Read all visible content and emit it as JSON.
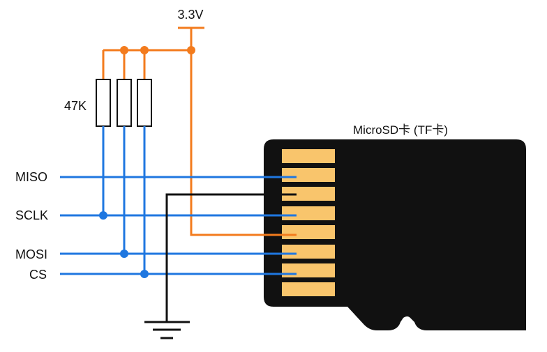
{
  "supply": {
    "label": "3.3V"
  },
  "resistor": {
    "label": "47K"
  },
  "signals": [
    {
      "id": "miso",
      "label": "MISO"
    },
    {
      "id": "sclk",
      "label": "SCLK"
    },
    {
      "id": "mosi",
      "label": "MOSI"
    },
    {
      "id": "cs",
      "label": "CS"
    }
  ],
  "card": {
    "title": "MicroSD卡 (TF卡)"
  },
  "colors": {
    "signal": "#1f77e0",
    "power": "#f37b1d",
    "ground": "#111111",
    "card_body": "#111111",
    "pin_pad": "#f9c56c"
  }
}
